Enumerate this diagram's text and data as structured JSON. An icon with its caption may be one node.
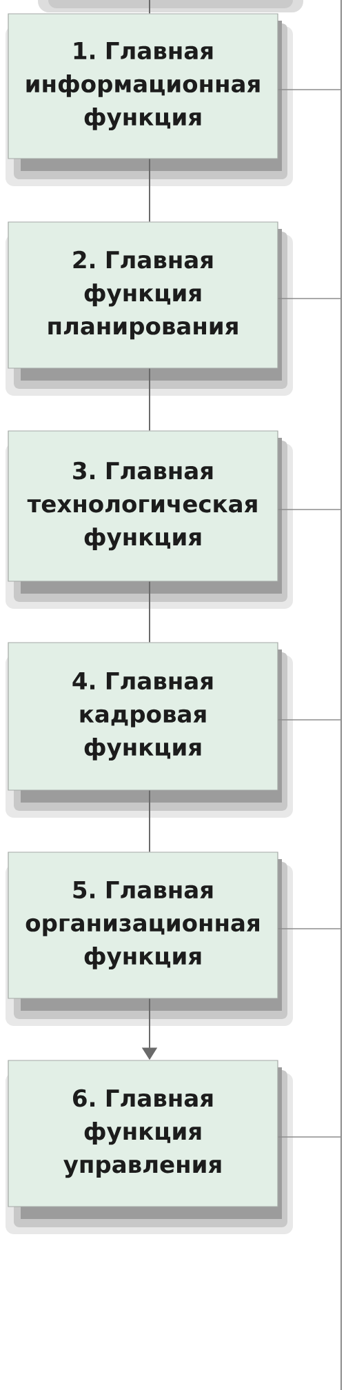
{
  "diagram": {
    "nodes": [
      {
        "text": [
          "1. Главная информационная функция"
        ]
      },
      {
        "text": [
          "2. Главная функция планирования"
        ]
      },
      {
        "text": [
          "3. Главная технологическая функция"
        ]
      },
      {
        "text": [
          "4. Главная кадровая функция"
        ]
      },
      {
        "text": [
          "5. Главная организационная функция"
        ]
      },
      {
        "text": [
          "6. Главная функция управления"
        ]
      }
    ],
    "edges": [
      {
        "from": null,
        "to": 0,
        "arrow": "none"
      },
      {
        "from": 0,
        "to": 1,
        "arrow": "none"
      },
      {
        "from": 1,
        "to": 2,
        "arrow": "none"
      },
      {
        "from": 2,
        "to": 3,
        "arrow": "none"
      },
      {
        "from": 3,
        "to": 4,
        "arrow": "none"
      },
      {
        "from": 4,
        "to": 5,
        "arrow": "to"
      },
      {
        "from": 0,
        "to": null,
        "arrow": "none"
      },
      {
        "from": 1,
        "to": null,
        "arrow": "none"
      },
      {
        "from": 2,
        "to": null,
        "arrow": "none"
      },
      {
        "from": 3,
        "to": null,
        "arrow": "none"
      },
      {
        "from": 4,
        "to": null,
        "arrow": "none"
      },
      {
        "from": 5,
        "to": null,
        "arrow": "none"
      }
    ]
  }
}
